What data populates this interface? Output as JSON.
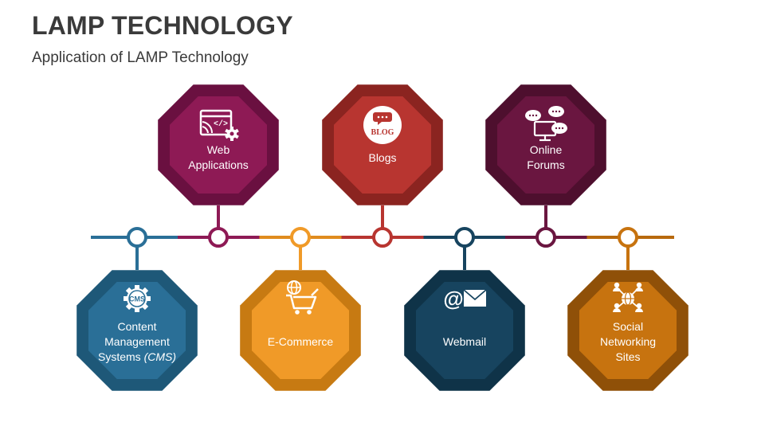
{
  "header": {
    "title": "LAMP TECHNOLOGY",
    "subtitle": "Application of LAMP Technology"
  },
  "colors": {
    "timeline_line": "#1f2a33",
    "node_fill": "#ffffff"
  },
  "nodes": [
    {
      "position": "bottom",
      "label": "Content Management Systems",
      "label_suffix": "(CMS)",
      "icon": "cms-gear-icon",
      "color_outer": "#1e5878",
      "color_inner": "#2a6f97",
      "timeline_color": "#2a6f97"
    },
    {
      "position": "top",
      "label": "Web Applications",
      "label_suffix": "",
      "icon": "web-application-icon",
      "color_outer": "#6a1040",
      "color_inner": "#8e1a55",
      "timeline_color": "#8e1a55"
    },
    {
      "position": "bottom",
      "label": "E-Commerce",
      "label_suffix": "",
      "icon": "shopping-cart-icon",
      "color_outer": "#c77a12",
      "color_inner": "#f09a28",
      "timeline_color": "#e08c1e"
    },
    {
      "position": "top",
      "label": "Blogs",
      "label_suffix": "",
      "icon": "blog-icon",
      "color_outer": "#8b2420",
      "color_inner": "#b83530",
      "timeline_color": "#b83530"
    },
    {
      "position": "bottom",
      "label": "Webmail",
      "label_suffix": "",
      "icon": "email-icon",
      "color_outer": "#0f3348",
      "color_inner": "#17445f",
      "timeline_color": "#17445f"
    },
    {
      "position": "top",
      "label": "Online Forums",
      "label_suffix": "",
      "icon": "forum-chat-icon",
      "color_outer": "#4e0f2e",
      "color_inner": "#6a1640",
      "timeline_color": "#6a1640"
    },
    {
      "position": "bottom",
      "label": "Social Networking Sites",
      "label_suffix": "",
      "icon": "social-network-icon",
      "color_outer": "#8f5008",
      "color_inner": "#c7730f",
      "timeline_color": "#b8690d"
    }
  ],
  "icon_texts": {
    "cms": "CMS",
    "blog": "BLOG",
    "web": "</>",
    "at": "@"
  }
}
